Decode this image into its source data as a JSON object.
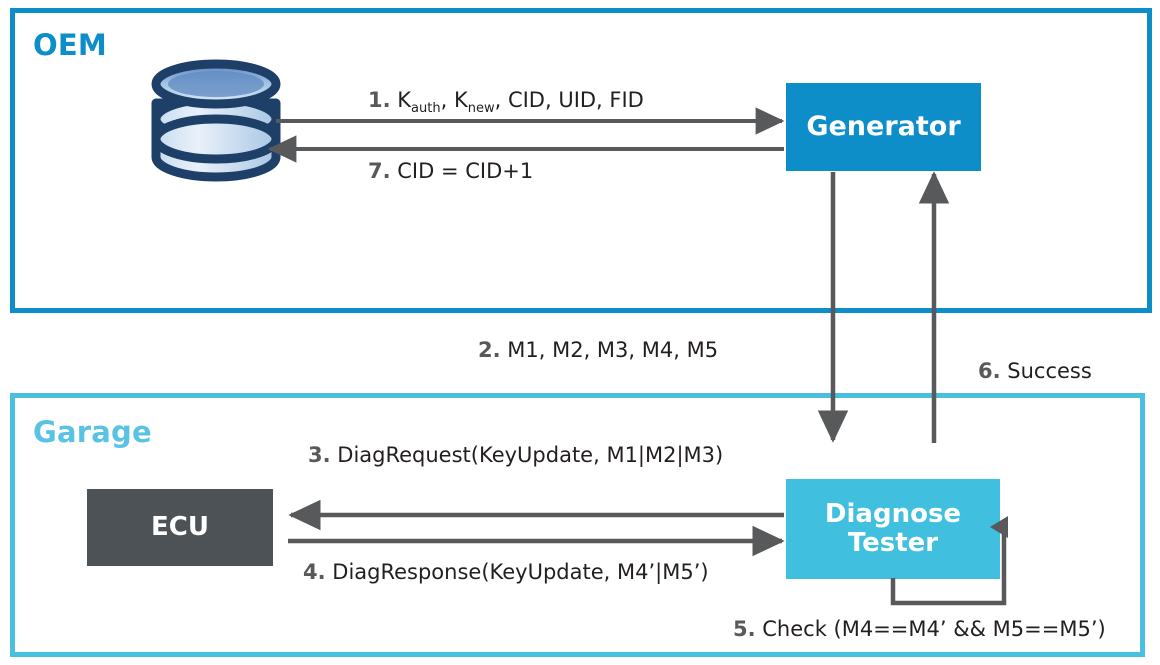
{
  "zones": {
    "oem": {
      "title": "OEM",
      "border_color": "#0d8ec9"
    },
    "garage": {
      "title": "Garage",
      "border_color": "#49c0e0"
    }
  },
  "nodes": {
    "database": {
      "label": "",
      "icon": "database-cylinder-icon"
    },
    "generator": {
      "label": "Generator",
      "color": "#0d8ec9"
    },
    "ecu": {
      "label": "ECU",
      "color": "#4d5256"
    },
    "tester": {
      "label_line1": "Diagnose",
      "label_line2": "Tester",
      "color": "#40c0de"
    }
  },
  "messages": {
    "m1": {
      "num": "1.",
      "text_pre": " K",
      "sub1": "auth",
      "text_mid": ", K",
      "sub2": "new",
      "text_post": ", CID, UID,  FID"
    },
    "m2": {
      "num": "2.",
      "text": " M1, M2, M3, M4, M5"
    },
    "m3": {
      "num": "3.",
      "text": " DiagRequest(KeyUpdate, M1|M2|M3)"
    },
    "m4": {
      "num": "4.",
      "text": " DiagResponse(KeyUpdate, M4’|M5’)"
    },
    "m5": {
      "num": "5.",
      "text": " Check (M4==M4’ && M5==M5’)"
    },
    "m6": {
      "num": "6.",
      "text": " Success"
    },
    "m7": {
      "num": "7.",
      "text": " CID = CID+1"
    }
  },
  "colors": {
    "arrow": "#58595b",
    "oem_blue": "#0d8ec9",
    "garage_cyan": "#49c0e0",
    "tester_cyan": "#40c0de",
    "ecu_gray": "#4d5256",
    "text": "#231f20"
  }
}
